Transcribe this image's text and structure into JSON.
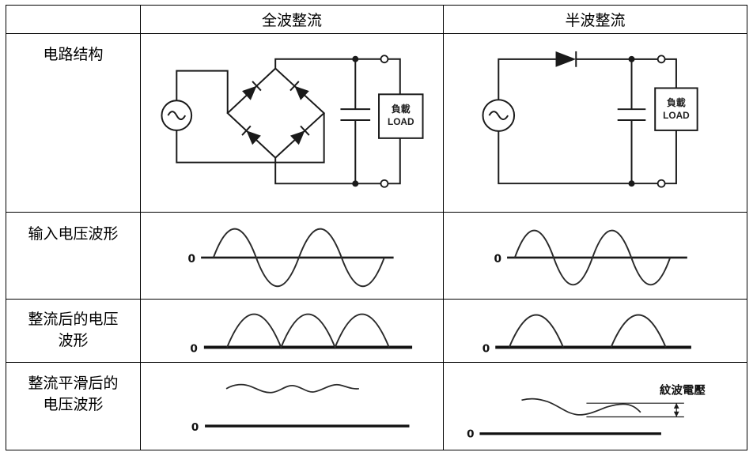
{
  "header": {
    "fullwave": "全波整流",
    "halfwave": "半波整流"
  },
  "row_labels": {
    "circuit": "电路结构",
    "input_waveform": "输入电压波形",
    "rectified_line1": "整流后的电压",
    "rectified_line2": "波形",
    "smoothed_line1": "整流平滑后的",
    "smoothed_line2": "电压波形"
  },
  "circuit": {
    "load_line1": "負載",
    "load_line2": "LOAD"
  },
  "waveforms": {
    "zero": "0",
    "ripple_voltage": "紋波電壓"
  },
  "colors": {
    "line": "#1a1a1a",
    "border": "#000000",
    "background": "#ffffff"
  }
}
